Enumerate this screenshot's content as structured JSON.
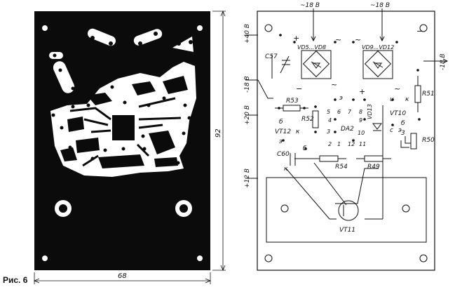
{
  "caption": "Рис. 6",
  "dims": {
    "width": "68",
    "height": "92"
  },
  "pcb_labels": {
    "v_ac_18_left": "~18 В",
    "v_ac_18_right": "~18 В",
    "v_dc_18_right": "-18 В",
    "v_plus_40": "+40 В",
    "v_minus_18": "-18 В",
    "v_plus_20": "+20 В",
    "v_plus_12": "+12 В",
    "vd_bridge_1": "VD5...VD8",
    "vd_bridge_2": "VD9...VD12",
    "c57": "C57",
    "c60": "C60",
    "r53": "R53",
    "r52": "R52",
    "r54": "R54",
    "r49": "R49",
    "r51": "R51",
    "r50": "R50",
    "vt12": "VT12",
    "vt10": "VT10",
    "vt11": "VT11",
    "da2": "DA2",
    "vd13": "VD13",
    "pin_b1": "б",
    "pin_k1": "к",
    "pin_e1": "э",
    "pin_b2": "б",
    "pin_k2": "к",
    "pin_e2": "э",
    "pin_b3": "б",
    "pin_k3": "к",
    "pin_e3": "э",
    "pin_u": "u",
    "pin_c": "с",
    "pin_3": "3",
    "plus_1": "+",
    "minus_1": "−",
    "plus_2": "+",
    "minus_2": "−",
    "tilde_1": "~",
    "tilde_2": "~",
    "tilde_3": "~",
    "tilde_4": "~",
    "da_pins": [
      "1",
      "2",
      "3",
      "4",
      "5",
      "6",
      "7",
      "8",
      "9",
      "10",
      "11",
      "12"
    ]
  }
}
